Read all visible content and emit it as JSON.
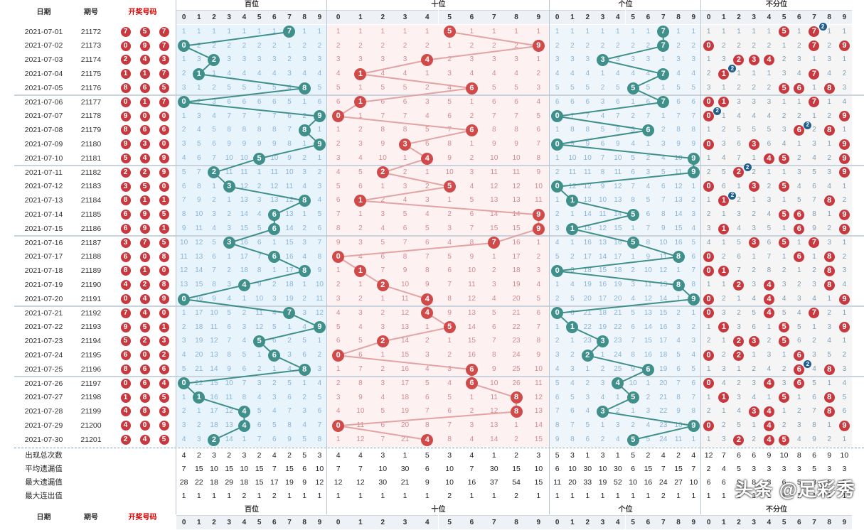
{
  "header": {
    "date": "日期",
    "issue": "期号",
    "win": "开奖号码",
    "sections": [
      "百位",
      "十位",
      "个位",
      "不分位"
    ],
    "digits": [
      "0",
      "1",
      "2",
      "3",
      "4",
      "5",
      "6",
      "7",
      "8",
      "9"
    ]
  },
  "stats_labels": [
    "出现总次数",
    "平均遗漏值",
    "最大遗漏值",
    "最大连出值"
  ],
  "watermark": "头条 @足彩秀",
  "colors": {
    "hundreds": "#3f8f8a",
    "tens": "#c94a4a",
    "ones": "#3f8f8a",
    "anyball": "#c9383e",
    "repeat": "#1f5f8f"
  },
  "chart_data": {
    "type": "table",
    "rows": [
      {
        "date": "2021-07-01",
        "issue": "21172",
        "nums": [
          7,
          5,
          7
        ]
      },
      {
        "date": "2021-07-02",
        "issue": "21173",
        "nums": [
          0,
          9,
          7
        ]
      },
      {
        "date": "2021-07-03",
        "issue": "21174",
        "nums": [
          2,
          4,
          3
        ]
      },
      {
        "date": "2021-07-04",
        "issue": "21175",
        "nums": [
          1,
          1,
          7
        ]
      },
      {
        "date": "2021-07-05",
        "issue": "21176",
        "nums": [
          8,
          6,
          5
        ]
      },
      {
        "date": "2021-07-06",
        "issue": "21177",
        "nums": [
          0,
          1,
          7
        ]
      },
      {
        "date": "2021-07-07",
        "issue": "21178",
        "nums": [
          9,
          0,
          0
        ]
      },
      {
        "date": "2021-07-08",
        "issue": "21179",
        "nums": [
          8,
          6,
          6
        ]
      },
      {
        "date": "2021-07-09",
        "issue": "21180",
        "nums": [
          9,
          3,
          0
        ]
      },
      {
        "date": "2021-07-10",
        "issue": "21181",
        "nums": [
          5,
          4,
          9
        ]
      },
      {
        "date": "2021-07-11",
        "issue": "21182",
        "nums": [
          2,
          2,
          9
        ]
      },
      {
        "date": "2021-07-12",
        "issue": "21183",
        "nums": [
          3,
          5,
          0
        ]
      },
      {
        "date": "2021-07-13",
        "issue": "21184",
        "nums": [
          8,
          1,
          1
        ]
      },
      {
        "date": "2021-07-14",
        "issue": "21185",
        "nums": [
          6,
          9,
          5
        ]
      },
      {
        "date": "2021-07-15",
        "issue": "21186",
        "nums": [
          6,
          9,
          1
        ]
      },
      {
        "date": "2021-07-16",
        "issue": "21187",
        "nums": [
          3,
          7,
          5
        ]
      },
      {
        "date": "2021-07-17",
        "issue": "21188",
        "nums": [
          6,
          0,
          8
        ]
      },
      {
        "date": "2021-07-18",
        "issue": "21189",
        "nums": [
          8,
          1,
          0
        ]
      },
      {
        "date": "2021-07-19",
        "issue": "21190",
        "nums": [
          4,
          2,
          8
        ]
      },
      {
        "date": "2021-07-20",
        "issue": "21191",
        "nums": [
          0,
          4,
          9
        ]
      },
      {
        "date": "2021-07-21",
        "issue": "21192",
        "nums": [
          7,
          4,
          0
        ]
      },
      {
        "date": "2021-07-22",
        "issue": "21193",
        "nums": [
          9,
          5,
          1
        ]
      },
      {
        "date": "2021-07-23",
        "issue": "21194",
        "nums": [
          5,
          2,
          3
        ]
      },
      {
        "date": "2021-07-24",
        "issue": "21195",
        "nums": [
          6,
          0,
          2
        ]
      },
      {
        "date": "2021-07-25",
        "issue": "21196",
        "nums": [
          8,
          6,
          6
        ]
      },
      {
        "date": "2021-07-26",
        "issue": "21197",
        "nums": [
          0,
          6,
          4
        ]
      },
      {
        "date": "2021-07-27",
        "issue": "21198",
        "nums": [
          1,
          8,
          5
        ]
      },
      {
        "date": "2021-07-28",
        "issue": "21199",
        "nums": [
          4,
          8,
          3
        ]
      },
      {
        "date": "2021-07-29",
        "issue": "21200",
        "nums": [
          4,
          0,
          9
        ]
      },
      {
        "date": "2021-07-30",
        "issue": "21201",
        "nums": [
          2,
          4,
          5
        ]
      }
    ],
    "stats": {
      "hundreds": [
        [
          4,
          2,
          3,
          2,
          3,
          2,
          4,
          2,
          5,
          3
        ],
        [
          7,
          15,
          10,
          15,
          10,
          15,
          7,
          15,
          6,
          10
        ],
        [
          28,
          22,
          18,
          29,
          18,
          15,
          17,
          19,
          9,
          12
        ],
        [
          1,
          1,
          1,
          1,
          2,
          1,
          2,
          1,
          1,
          1
        ]
      ],
      "tens": [
        [
          4,
          4,
          3,
          1,
          5,
          3,
          4,
          1,
          2,
          3
        ],
        [
          7,
          7,
          10,
          30,
          6,
          10,
          7,
          30,
          15,
          10
        ],
        [
          12,
          12,
          30,
          21,
          9,
          10,
          16,
          37,
          54,
          15
        ],
        [
          1,
          1,
          1,
          1,
          1,
          2,
          1,
          1,
          2,
          1
        ]
      ],
      "ones": [
        [
          5,
          3,
          1,
          3,
          1,
          5,
          2,
          4,
          2,
          4
        ],
        [
          6,
          10,
          30,
          10,
          30,
          6,
          15,
          7,
          15,
          7
        ],
        [
          11,
          20,
          33,
          19,
          52,
          10,
          16,
          24,
          27,
          10
        ],
        [
          1,
          1,
          1,
          1,
          1,
          1,
          1,
          2,
          1,
          1
        ]
      ],
      "any": [
        [
          12,
          7,
          6,
          6,
          9,
          10,
          8,
          6,
          9,
          10
        ],
        [
          2,
          4,
          5,
          3,
          3,
          3,
          3,
          5,
          3,
          3
        ],
        [
          6,
          6,
          9,
          8,
          8,
          6,
          5,
          8,
          5,
          5
        ],
        [
          1,
          1,
          1,
          1,
          1,
          1,
          1,
          1,
          1,
          1
        ]
      ]
    }
  }
}
